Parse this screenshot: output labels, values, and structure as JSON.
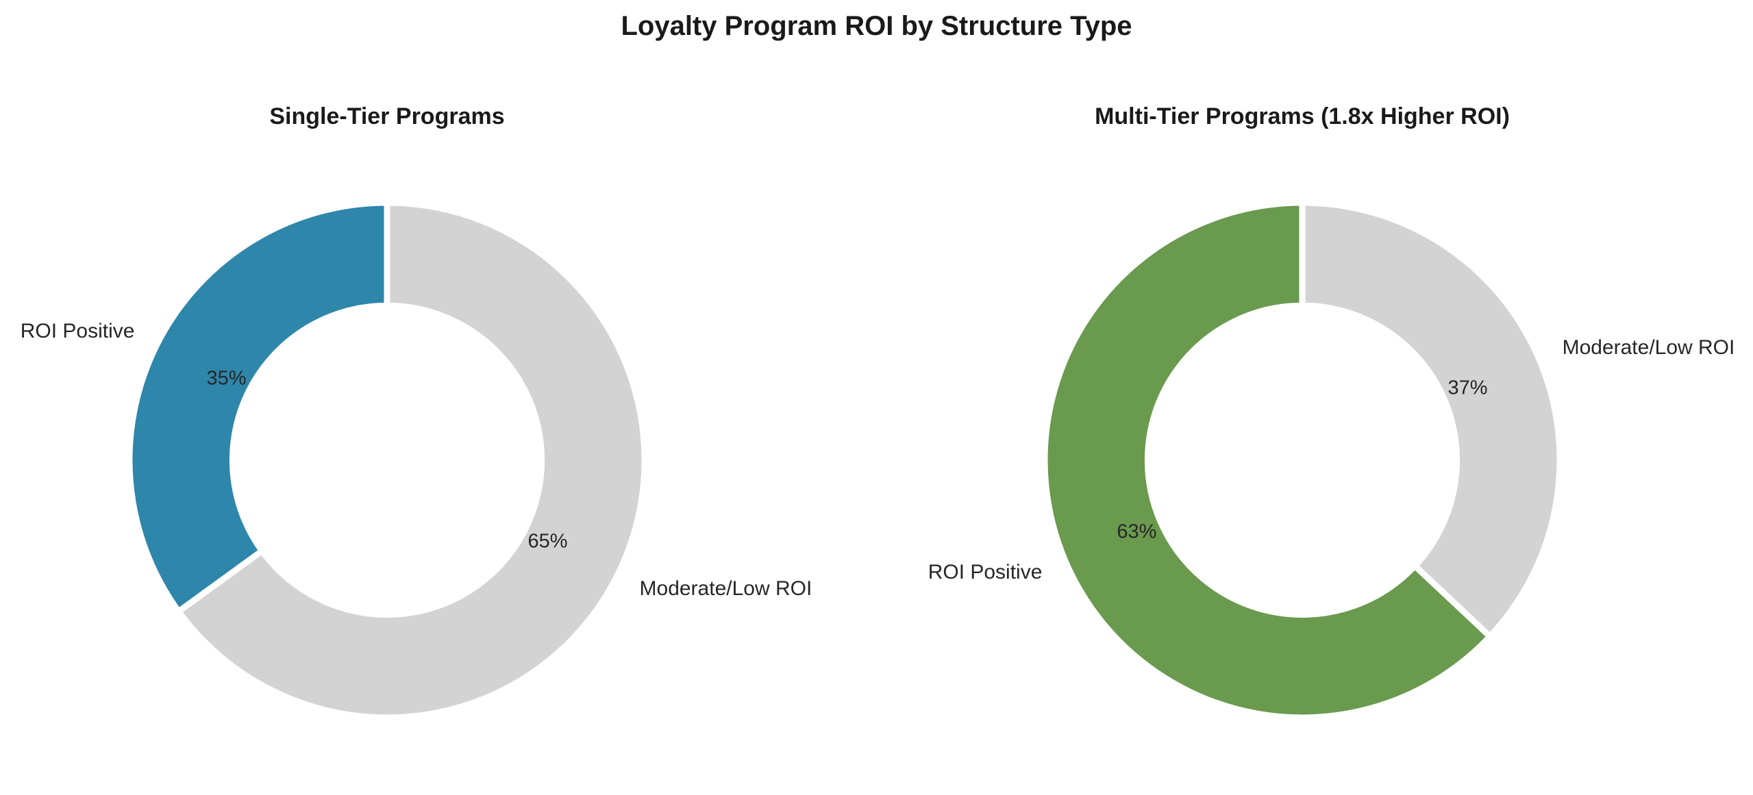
{
  "page": {
    "title": "Loyalty Program ROI by Structure Type"
  },
  "colors": {
    "background": "#ffffff",
    "title_text": "#1a1a1a",
    "label_text": "#262626",
    "single_tier_accent": "#2e86ab",
    "multi_tier_accent": "#6a9a4e",
    "neutral_slice": "#d3d3d3",
    "wedge_edge": "#ffffff"
  },
  "chart_data": [
    {
      "type": "pie",
      "variant": "donut",
      "title": "Single-Tier Programs",
      "start_angle_deg": 90,
      "direction": "counterclockwise",
      "inner_radius_ratio": 0.6,
      "legend": "none",
      "slices": [
        {
          "label": "ROI Positive",
          "value_pct": 35,
          "percent_label": "35%",
          "color": "#2e86ab"
        },
        {
          "label": "Moderate/Low ROI",
          "value_pct": 65,
          "percent_label": "65%",
          "color": "#d3d3d3"
        }
      ]
    },
    {
      "type": "pie",
      "variant": "donut",
      "title": "Multi-Tier Programs (1.8x Higher ROI)",
      "start_angle_deg": 90,
      "direction": "counterclockwise",
      "inner_radius_ratio": 0.6,
      "legend": "none",
      "slices": [
        {
          "label": "ROI Positive",
          "value_pct": 63,
          "percent_label": "63%",
          "color": "#6a9a4e"
        },
        {
          "label": "Moderate/Low ROI",
          "value_pct": 37,
          "percent_label": "37%",
          "color": "#d3d3d3"
        }
      ]
    }
  ]
}
